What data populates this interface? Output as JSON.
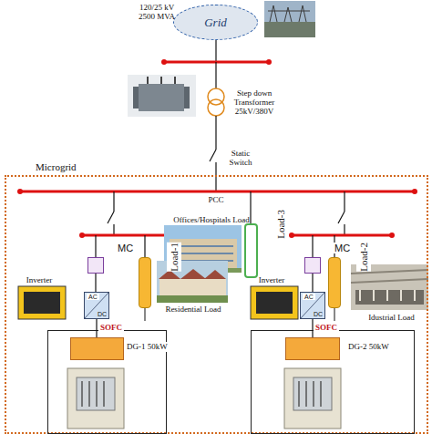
{
  "diagram": {
    "nodes": [
      {
        "text": [
          "Grid"
        ]
      },
      {
        "text": [
          "Microgrid"
        ]
      },
      {
        "text": [
          "Load-3"
        ],
        "in": 1
      },
      {
        "text": [
          "MC"
        ],
        "in": 1
      },
      {
        "text": [
          "MC"
        ],
        "in": 1
      },
      {
        "text": [
          "AC",
          "DC"
        ],
        "in": 1
      },
      {
        "text": [
          "Load-1"
        ],
        "in": 1
      },
      {
        "text": [
          "AC",
          "DC"
        ],
        "in": 1
      },
      {
        "text": [
          "Load-2"
        ],
        "in": 1
      },
      {
        "text": [
          "DG-1 50kW"
        ],
        "in": 1
      },
      {
        "text": [
          "SOFC"
        ],
        "in": 9
      },
      {
        "text": [
          "DG-2 50kW"
        ],
        "in": 1
      },
      {
        "text": [
          "SOFC"
        ],
        "in": 11
      }
    ],
    "edges": [
      {
        "from": 3,
        "to": 5,
        "arrow": "none"
      },
      {
        "from": 5,
        "to": 10,
        "arrow": "none"
      },
      {
        "from": 4,
        "to": 7,
        "arrow": "none"
      },
      {
        "from": 7,
        "to": 12,
        "arrow": "none"
      }
    ],
    "labels": [
      "120/25 kV 2500 MVA",
      "Step down Transformer 25kV/380V",
      "Static Switch",
      "PCC",
      "Offices/Hospitals Load",
      "Inverter",
      "Residential Load",
      "Inverter",
      "Idustrial Load"
    ]
  }
}
